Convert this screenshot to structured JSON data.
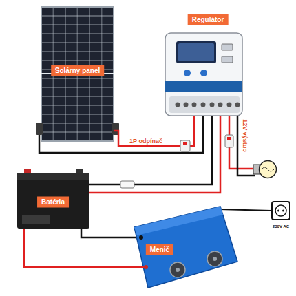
{
  "diagram": {
    "nodes": [
      {
        "text": [
          "Solárny panel"
        ]
      },
      {
        "text": [
          "Regulátor"
        ]
      },
      {
        "text": [
          "Batéria"
        ]
      },
      {
        "text": [
          "Menič"
        ]
      }
    ],
    "edges": [
      {
        "from": 0,
        "to": 1,
        "arrow": "none",
        "label": "1P odpínač"
      },
      {
        "from": 1,
        "to": 2,
        "arrow": "none"
      },
      {
        "from": 2,
        "to": 3,
        "arrow": "none"
      }
    ],
    "labels": [
      "12V výstup",
      "230V AC"
    ]
  }
}
